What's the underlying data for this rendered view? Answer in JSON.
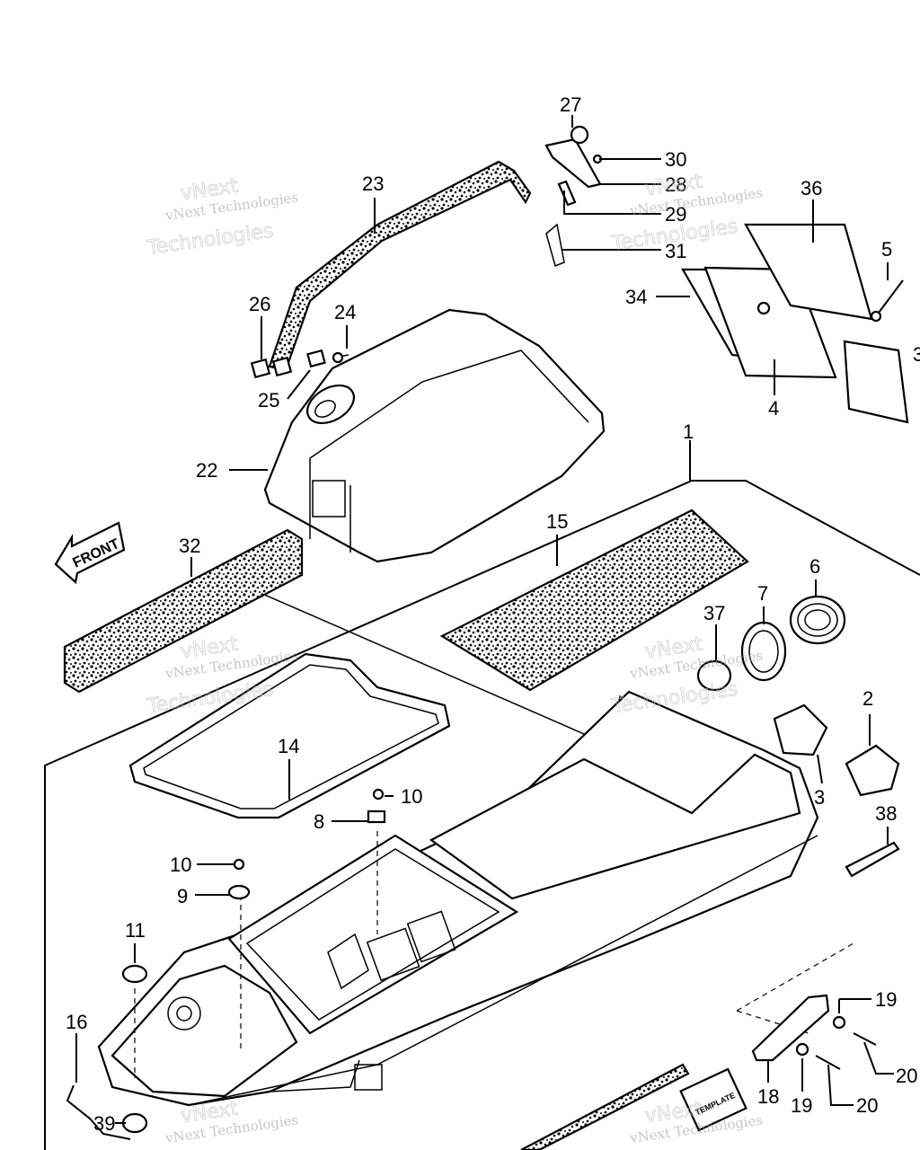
{
  "diagram": {
    "front_label": "FRONT",
    "template_label": "TEMPLATE",
    "watermark_line1": "vNext Technologies",
    "watermark_line2": "vNext",
    "watermark_line3": "Technologies",
    "callouts": {
      "c1": "1",
      "c2": "2",
      "c3a": "3",
      "c3b": "3",
      "c4": "4",
      "c5": "5",
      "c6": "6",
      "c7": "7",
      "c8": "8",
      "c9": "9",
      "c10a": "10",
      "c10b": "10",
      "c11": "11",
      "c14": "14",
      "c15": "15",
      "c16": "16",
      "c18": "18",
      "c19a": "19",
      "c19b": "19",
      "c20a": "20",
      "c20b": "20",
      "c22": "22",
      "c23": "23",
      "c24": "24",
      "c25": "25",
      "c26": "26",
      "c27": "27",
      "c28": "28",
      "c29": "29",
      "c30": "30",
      "c31": "31",
      "c32": "32",
      "c34": "34",
      "c36": "36",
      "c37": "37",
      "c38": "38",
      "c39": "39"
    }
  }
}
